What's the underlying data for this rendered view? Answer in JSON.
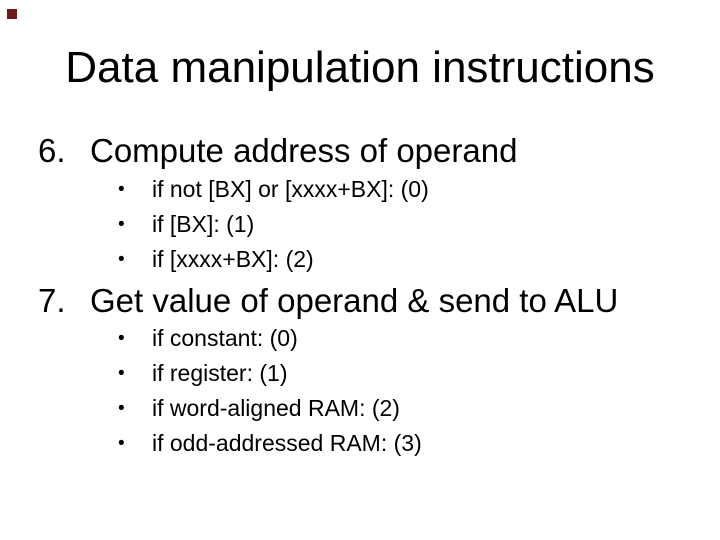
{
  "slide": {
    "title": "Data manipulation instructions",
    "bullet_glyph": "•",
    "text_color": "#000000",
    "background_color": "#ffffff",
    "corner_marker_color": "#6f1a1a",
    "sections": [
      {
        "number": "6.",
        "heading": "Compute address of operand",
        "bullets": [
          "if not [BX] or [xxxx+BX]: (0)",
          "if [BX]: (1)",
          "if [xxxx+BX]: (2)"
        ]
      },
      {
        "number": "7.",
        "heading": "Get value of operand & send to ALU",
        "bullets": [
          "if constant: (0)",
          "if register: (1)",
          "if word-aligned RAM: (2)",
          "if odd-addressed RAM: (3)"
        ]
      }
    ]
  }
}
